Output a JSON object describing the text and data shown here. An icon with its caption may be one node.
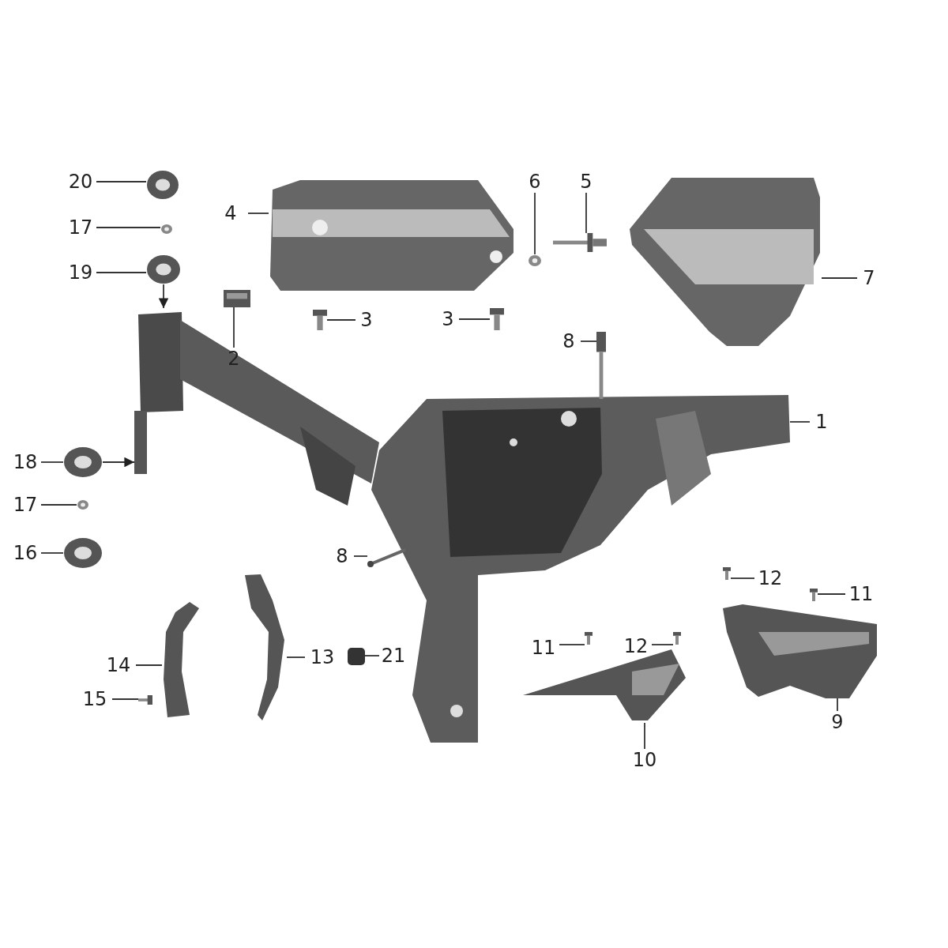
{
  "diagram": {
    "nodes": [
      {
        "text": [
          "20"
        ]
      },
      {
        "text": [],
        "shape": "picture"
      },
      {
        "text": [
          "17"
        ]
      },
      {
        "text": [],
        "shape": "picture"
      },
      {
        "text": [
          "19"
        ]
      },
      {
        "text": [],
        "shape": "picture"
      },
      {
        "text": [
          "4"
        ]
      },
      {
        "text": [],
        "shape": "picture"
      },
      {
        "text": [
          "6"
        ]
      },
      {
        "text": [],
        "shape": "picture"
      },
      {
        "text": [
          "5"
        ]
      },
      {
        "text": [],
        "shape": "picture"
      },
      {
        "text": [
          "7"
        ]
      },
      {
        "text": [],
        "shape": "picture"
      },
      {
        "text": [
          "2"
        ]
      },
      {
        "text": [],
        "shape": "picture"
      },
      {
        "text": [
          "3"
        ]
      },
      {
        "text": [],
        "shape": "picture"
      },
      {
        "text": [
          "3"
        ]
      },
      {
        "text": [],
        "shape": "picture"
      },
      {
        "text": [
          "8"
        ]
      },
      {
        "text": [],
        "shape": "picture"
      },
      {
        "text": [
          "1"
        ]
      },
      {
        "text": [],
        "shape": "picture"
      },
      {
        "text": [
          "18"
        ]
      },
      {
        "text": [],
        "shape": "picture"
      },
      {
        "text": [
          "17"
        ]
      },
      {
        "text": [],
        "shape": "picture"
      },
      {
        "text": [
          "16"
        ]
      },
      {
        "text": [],
        "shape": "picture"
      },
      {
        "text": [
          "8"
        ]
      },
      {
        "text": [],
        "shape": "picture"
      },
      {
        "text": [
          "12"
        ]
      },
      {
        "text": [],
        "shape": "picture"
      },
      {
        "text": [
          "11"
        ]
      },
      {
        "text": [],
        "shape": "picture"
      },
      {
        "text": [
          "14"
        ]
      },
      {
        "text": [],
        "shape": "picture"
      },
      {
        "text": [
          "13"
        ]
      },
      {
        "text": [],
        "shape": "picture"
      },
      {
        "text": [
          "21"
        ]
      },
      {
        "text": [],
        "shape": "picture"
      },
      {
        "text": [
          "15"
        ]
      },
      {
        "text": [],
        "shape": "picture"
      },
      {
        "text": [
          "11"
        ]
      },
      {
        "text": [],
        "shape": "picture"
      },
      {
        "text": [
          "12"
        ]
      },
      {
        "text": [],
        "shape": "picture"
      },
      {
        "text": [
          "9"
        ]
      },
      {
        "text": [],
        "shape": "picture"
      },
      {
        "text": [
          "10"
        ]
      },
      {
        "text": [],
        "shape": "picture"
      }
    ],
    "edges": [
      {
        "from": 0,
        "to": 1,
        "arrow": "none"
      },
      {
        "from": 2,
        "to": 3,
        "arrow": "none"
      },
      {
        "from": 4,
        "to": 5,
        "arrow": "none"
      },
      {
        "from": 6,
        "to": 7,
        "arrow": "none"
      },
      {
        "from": 8,
        "to": 9,
        "arrow": "none"
      },
      {
        "from": 10,
        "to": 11,
        "arrow": "none"
      },
      {
        "from": 12,
        "to": 13,
        "arrow": "none"
      },
      {
        "from": 14,
        "to": 15,
        "arrow": "none"
      },
      {
        "from": 16,
        "to": 17,
        "arrow": "none"
      },
      {
        "from": 18,
        "to": 19,
        "arrow": "none"
      },
      {
        "from": 20,
        "to": 21,
        "arrow": "none"
      },
      {
        "from": 22,
        "to": 23,
        "arrow": "none"
      },
      {
        "from": 24,
        "to": 25,
        "arrow": "none"
      },
      {
        "from": 26,
        "to": 27,
        "arrow": "none"
      },
      {
        "from": 28,
        "to": 29,
        "arrow": "none"
      },
      {
        "from": 30,
        "to": 31,
        "arrow": "none"
      },
      {
        "from": 32,
        "to": 33,
        "arrow": "none"
      },
      {
        "from": 34,
        "to": 35,
        "arrow": "none"
      },
      {
        "from": 36,
        "to": 37,
        "arrow": "none"
      },
      {
        "from": 38,
        "to": 39,
        "arrow": "none"
      },
      {
        "from": 40,
        "to": 41,
        "arrow": "none"
      },
      {
        "from": 42,
        "to": 43,
        "arrow": "none"
      },
      {
        "from": 44,
        "to": 45,
        "arrow": "none"
      },
      {
        "from": 46,
        "to": 47,
        "arrow": "none"
      },
      {
        "from": 48,
        "to": 49,
        "arrow": "none"
      },
      {
        "from": 50,
        "to": 51,
        "arrow": "none"
      },
      {
        "from": 5,
        "to": 23,
        "arrow": "to"
      },
      {
        "from": 25,
        "to": 23,
        "arrow": "to"
      }
    ]
  }
}
